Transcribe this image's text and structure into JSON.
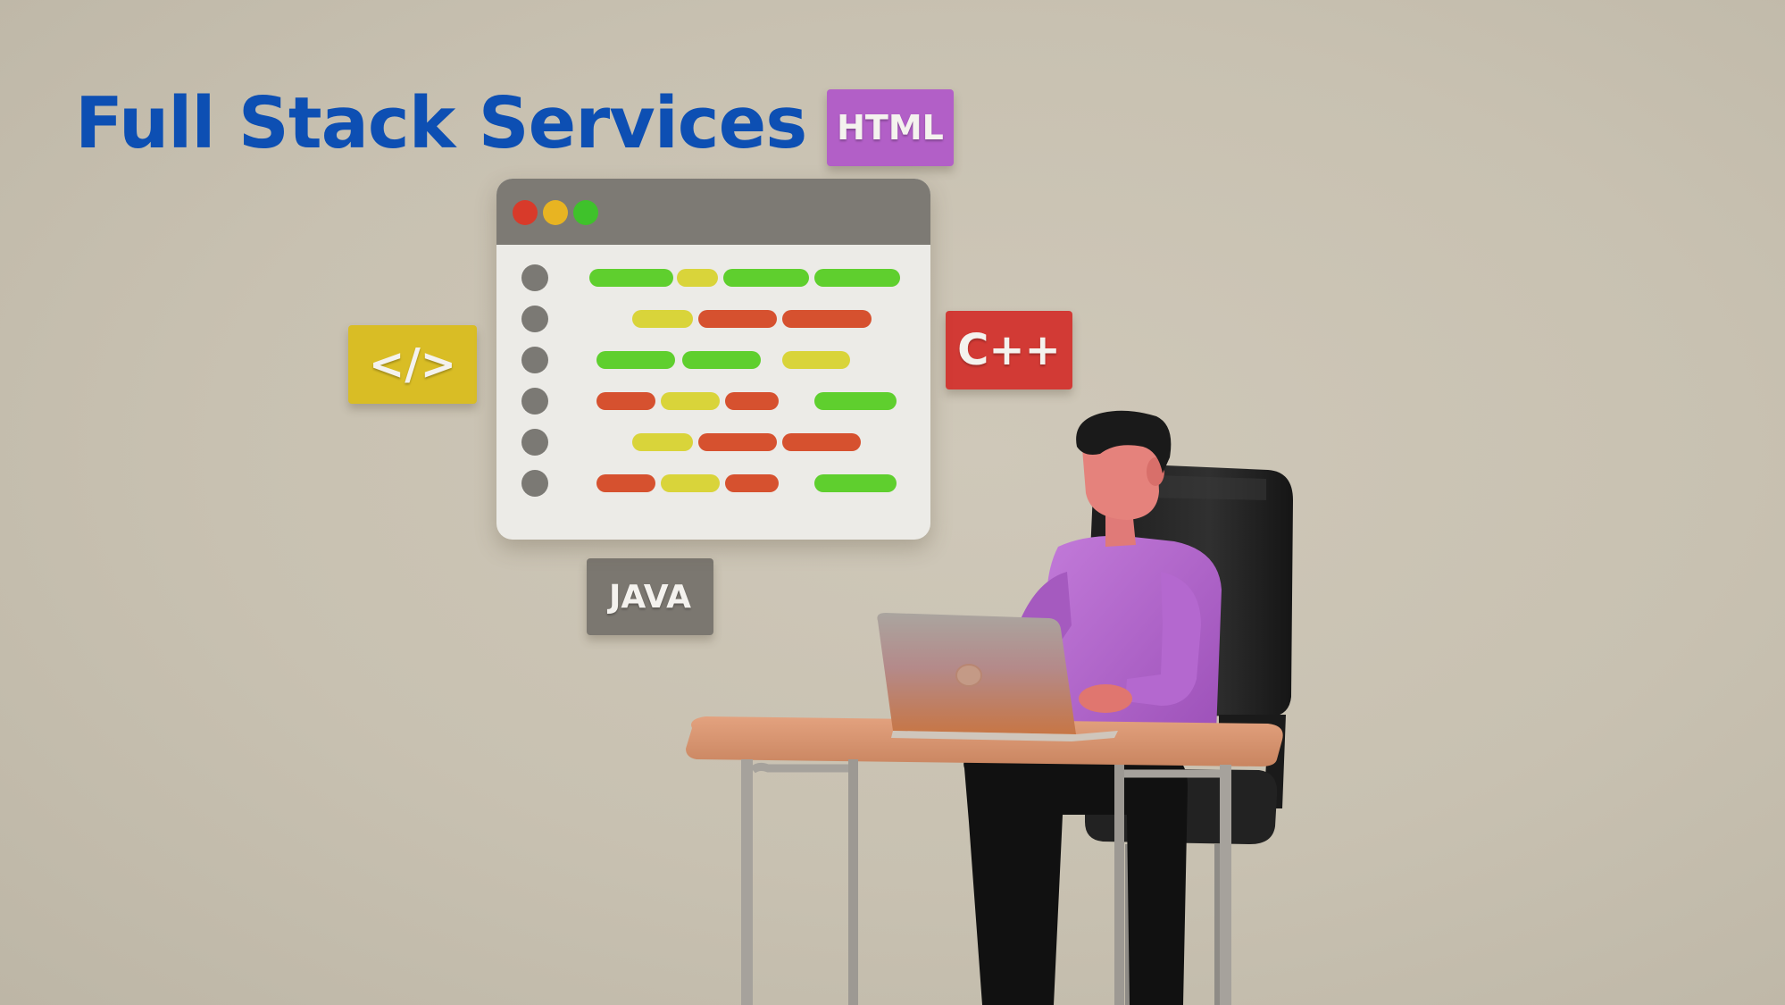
{
  "title": "Full Stack Services",
  "tags": {
    "html": "HTML",
    "code": "</>",
    "cpp": "C++",
    "java": "JAVA"
  },
  "colors": {
    "title": "#0d4fb3",
    "html_tag": "#b25fc7",
    "code_tag": "#d9bd25",
    "cpp_tag": "#d23a35",
    "java_tag": "#7b7770",
    "background": "#c8c1b1"
  },
  "icons": [
    "code-window-illustration",
    "developer-at-laptop-illustration"
  ]
}
